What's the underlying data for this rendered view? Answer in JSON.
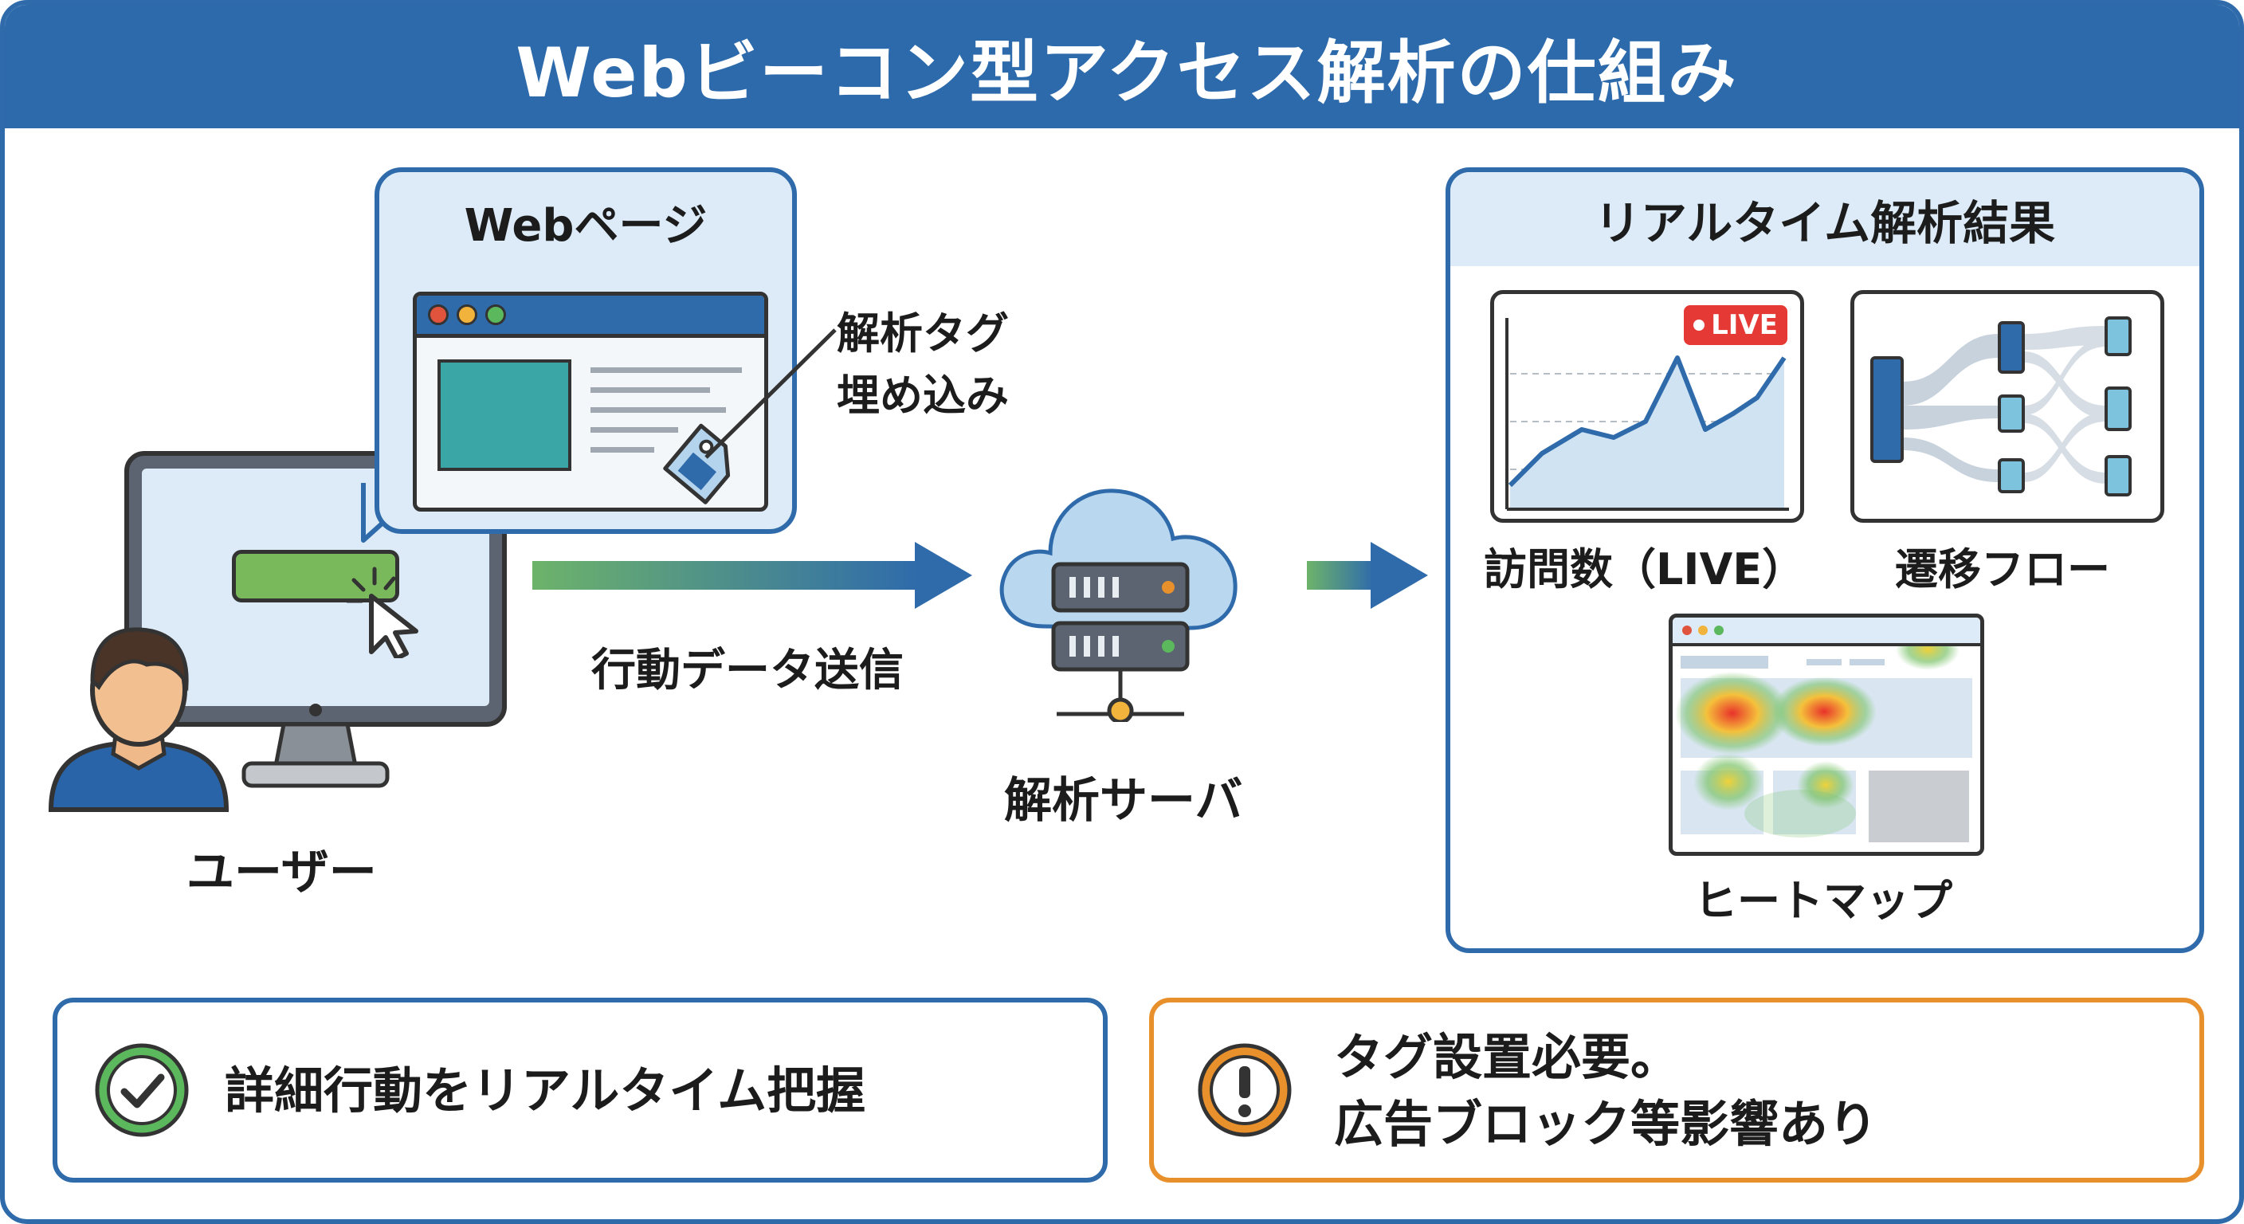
{
  "title": "Webビーコン型アクセス解析の仕組み",
  "webpage": {
    "heading": "Webページ",
    "tag_label_line1": "解析タグ",
    "tag_label_line2": "埋め込み"
  },
  "user_label": "ユーザー",
  "arrow_label": "行動データ送信",
  "server_label": "解析サーバ",
  "results": {
    "heading": "リアルタイム解析結果",
    "live_badge": "LIVE",
    "visits_label": "訪問数（LIVE）",
    "flow_label": "遷移フロー",
    "heatmap_label": "ヒートマップ"
  },
  "pro_note": "詳細行動をリアルタイム把握",
  "con_note_line1": "タグ設置必要。",
  "con_note_line2": "広告ブロック等影響あり",
  "colors": {
    "brand_blue": "#2f6bab",
    "header_blue": "#dcebf7",
    "green": "#5cb85c",
    "orange": "#e8902c",
    "live_red": "#e53935"
  }
}
